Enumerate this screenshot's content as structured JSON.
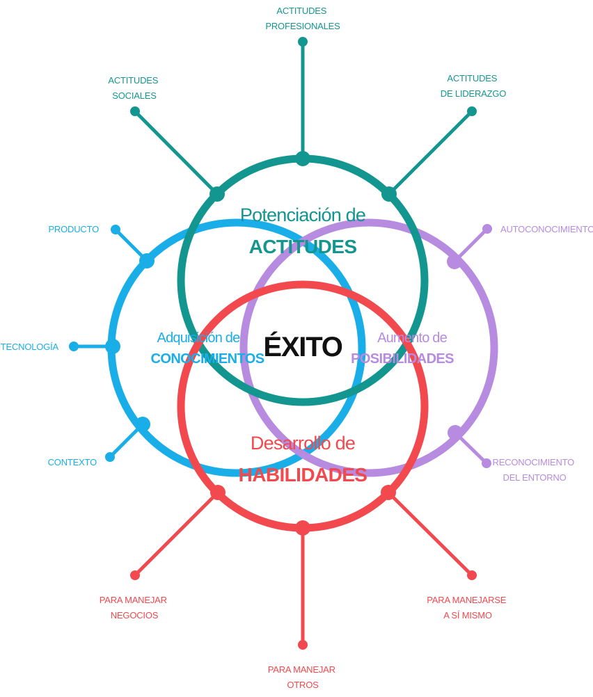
{
  "colors": {
    "teal": "#13968f",
    "blue": "#1aaee8",
    "purple": "#b68be0",
    "red": "#f2494e",
    "center_text": "#111111"
  },
  "center": "ÉXITO",
  "circles": {
    "actitudes": {
      "line1": "Potenciación de",
      "line2": "ACTITUDES"
    },
    "conocimientos": {
      "line1": "Adquisición de",
      "line2": "CONOCIMIENTOS"
    },
    "posibilidades": {
      "line1": "Aumento de",
      "line2": "POSIBILIDADES"
    },
    "habilidades": {
      "line1": "Desarrollo de",
      "line2": "HABILIDADES"
    }
  },
  "labels": {
    "actitudes_profesionales": [
      "ACTITUDES",
      "PROFESIONALES"
    ],
    "actitudes_sociales": [
      "ACTITUDES",
      "SOCIALES"
    ],
    "actitudes_liderazgo": [
      "ACTITUDES",
      "DE LIDERAZGO"
    ],
    "producto": [
      "PRODUCTO"
    ],
    "tecnologia": [
      "TECNOLOGÍA"
    ],
    "contexto": [
      "CONTEXTO"
    ],
    "autoconocimiento": [
      "AUTOCONOCIMIENTO"
    ],
    "reconocimiento": [
      "RECONOCIMIENTO",
      "DEL ENTORNO"
    ],
    "para_negocios": [
      "PARA MANEJAR",
      "NEGOCIOS"
    ],
    "para_otros": [
      "PARA MANEJAR",
      "OTROS"
    ],
    "para_si_mismo": [
      "PARA MANEJARSE",
      "A SÍ MISMO"
    ]
  }
}
